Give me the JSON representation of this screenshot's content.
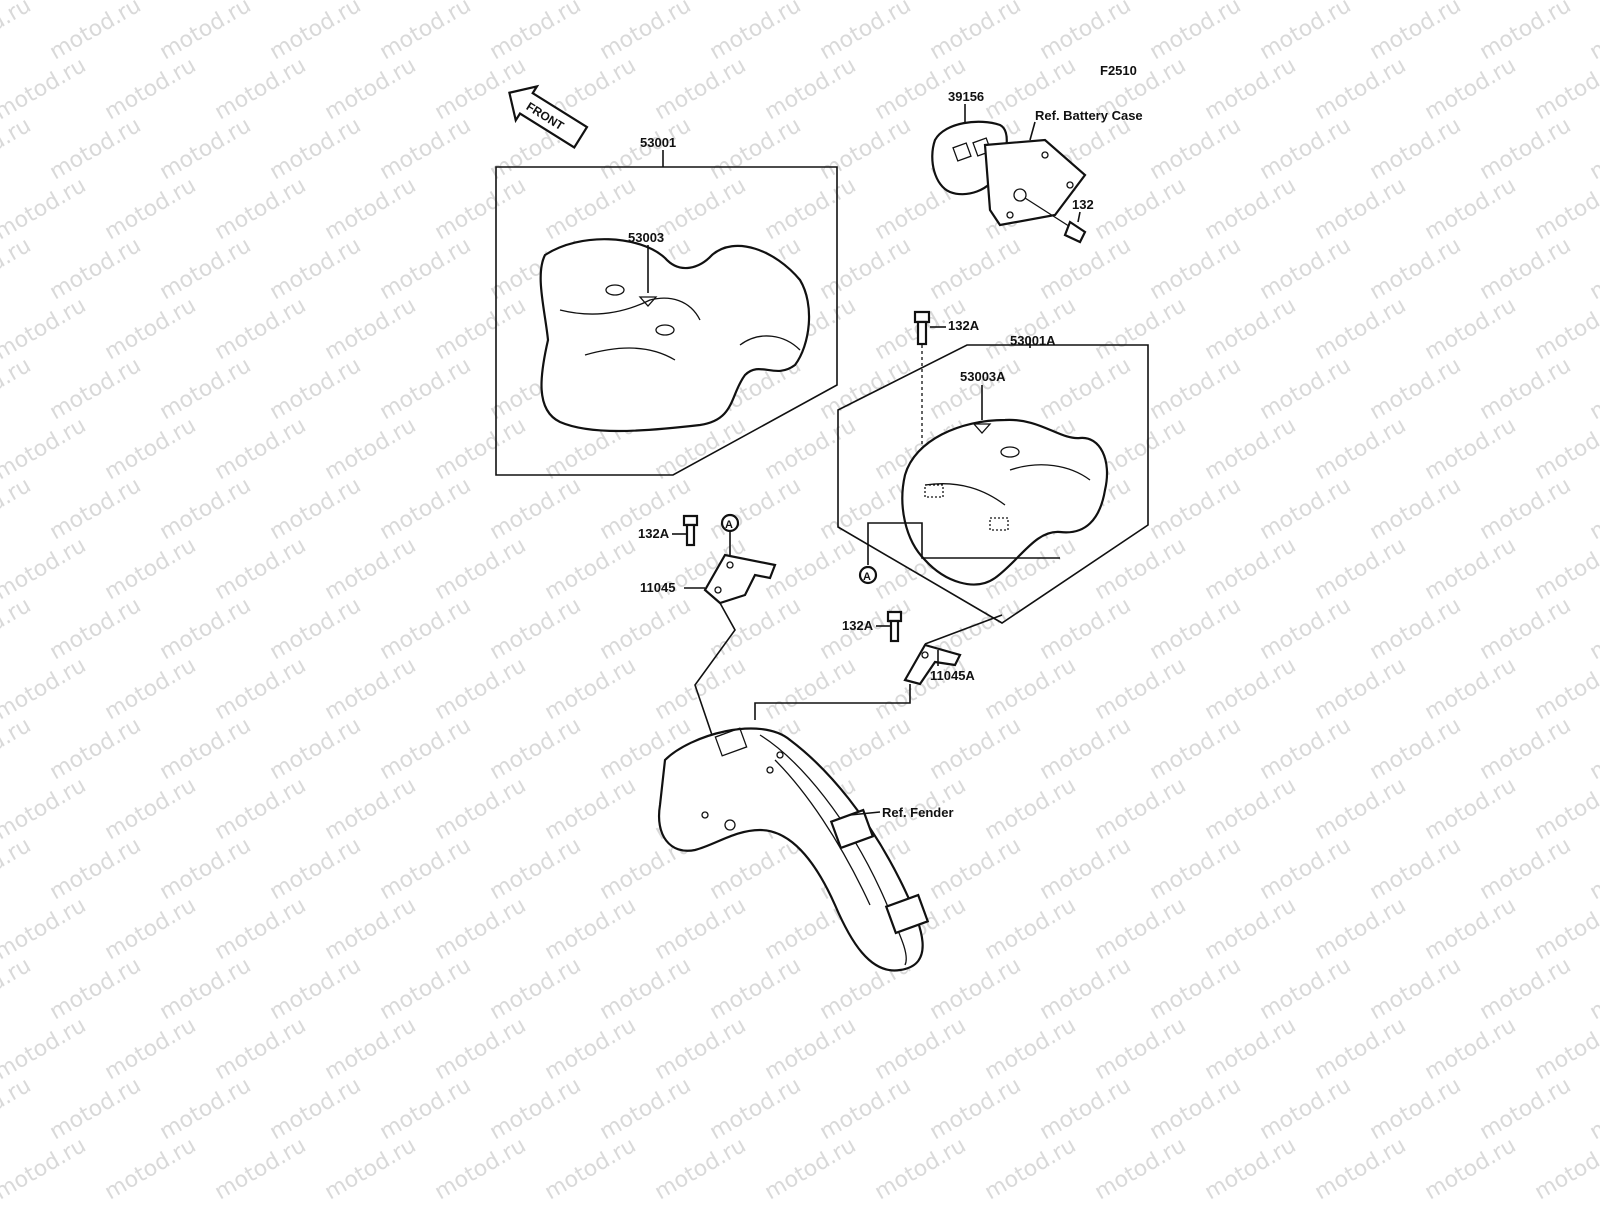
{
  "figure_code": "F2510",
  "watermark": "motod.ru",
  "front_arrow_label": "FRONT",
  "callouts": {
    "seat_main": "53001",
    "seat_main_label": "53003",
    "battery_cover": "39156",
    "ref_battery_case": "Ref. Battery Case",
    "bolt_132": "132",
    "bolt_132a_top": "132A",
    "seat_alt": "53001A",
    "seat_alt_label": "53003A",
    "bolt_132a_left": "132A",
    "ref_a_upper": "A",
    "bracket_11045": "11045",
    "ref_a_lower": "A",
    "bolt_132a_right": "132A",
    "bracket_11045a": "11045A",
    "ref_fender": "Ref. Fender"
  }
}
